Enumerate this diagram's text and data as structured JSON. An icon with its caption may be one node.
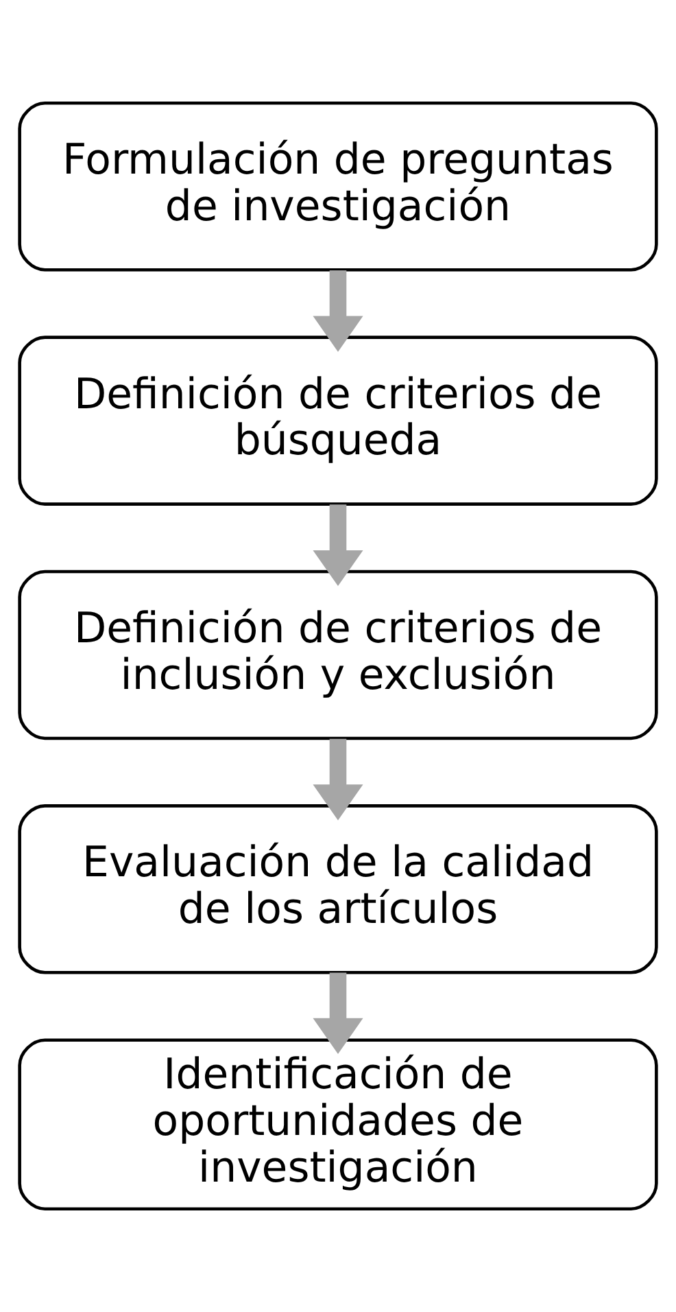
{
  "diagram": {
    "nodes": [
      {
        "text": [
          "Formulación de preguntas de investigación"
        ]
      },
      {
        "text": [
          "Definición de criterios de búsqueda"
        ]
      },
      {
        "text": [
          "Definición de criterios de inclusión y exclusión"
        ]
      },
      {
        "text": [
          "Evaluación de la calidad de los artículos"
        ]
      },
      {
        "text": [
          "Identificación de oportunidades de investigación"
        ]
      }
    ],
    "edges": [
      {
        "from": 0,
        "to": 1,
        "arrow": "to"
      },
      {
        "from": 1,
        "to": 2,
        "arrow": "to"
      },
      {
        "from": 2,
        "to": 3,
        "arrow": "to"
      },
      {
        "from": 3,
        "to": 4,
        "arrow": "to"
      }
    ]
  }
}
